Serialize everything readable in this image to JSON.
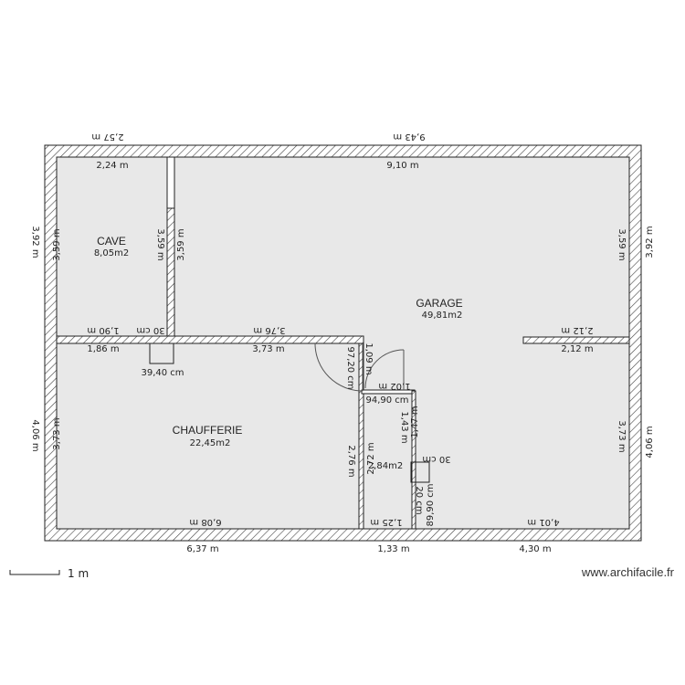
{
  "rooms": [
    {
      "name": "CAVE",
      "area": "8,05m2"
    },
    {
      "name": "GARAGE",
      "area": "49,81m2"
    },
    {
      "name": "CHAUFFERIE",
      "area": "22,45m2"
    },
    {
      "name": "",
      "area": "2,84m2"
    }
  ],
  "dimensions": {
    "top_outer_left": "2,57 m",
    "top_outer_right": "9,43 m",
    "top_inner_cave": "2,24 m",
    "top_inner_garage": "9,10 m",
    "left_outer_top": "3,92 m",
    "left_outer_bottom": "4,06 m",
    "cave_left": "3,59 m",
    "cave_right": "3,59 m",
    "garage_left": "3,59 m",
    "garage_right": "3,59 m",
    "right_outer_top": "3,92 m",
    "right_outer_bottom": "4,06 m",
    "cave_bottom": "1,90 m",
    "cave_bottom_small": "30 cm",
    "garage_mid_wall": "3,76 m",
    "chauf_top_left": "1,86 m",
    "chauf_top_right": "3,73 m",
    "chauf_small": "39,40 cm",
    "stub_top": "2,12 m",
    "stub_bottom": "2,12 m",
    "door_chauf": "97,20 cm",
    "closet_side": "1,09 m",
    "closet_top_out": "1,02 m",
    "closet_top_in": "94,90 cm",
    "closet_inner": "1,43 m",
    "closet_right": "1,47 m",
    "closet_left_out": "2,76 m",
    "closet_left_in": "2,72 m",
    "closet_small_a": "30 cm",
    "closet_small_b": "20 cm",
    "closet_small_c": "89,90 cm",
    "closet_bottom": "1,25 m",
    "chauf_left": "3,73 m",
    "chauf_bottom_in": "6,08 m",
    "garage_right_low": "3,73 m",
    "garage_bottom_in": "4,01 m",
    "bottom_outer_left": "6,37 m",
    "bottom_outer_mid": "1,33 m",
    "bottom_outer_right": "4,30 m"
  },
  "scale": {
    "label": "1 m"
  },
  "watermark": "www.archifacile.fr",
  "colors": {
    "floor": "#e8e8e8",
    "wall_stroke": "#222222",
    "hatch": "#444444"
  }
}
